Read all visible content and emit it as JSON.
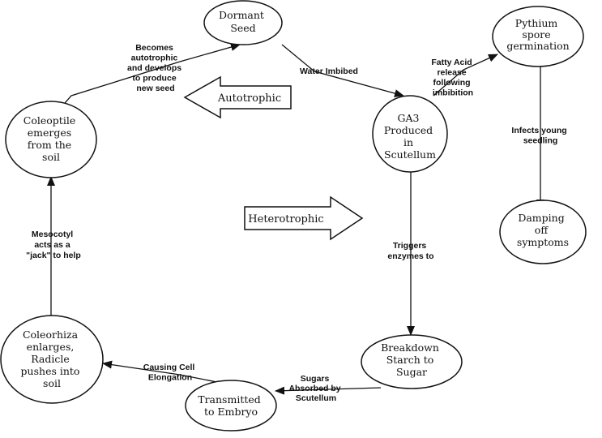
{
  "nodes": {
    "dormant_seed": [
      "Dormant",
      "Seed"
    ],
    "pythium": [
      "Pythium",
      "spore",
      "germination"
    ],
    "ga3": [
      "GA3",
      "Produced",
      "in",
      "Scutellum"
    ],
    "coleoptile": [
      "Coleoptile",
      "emerges",
      "from the",
      "soil"
    ],
    "damping": [
      "Damping",
      "off",
      "symptoms"
    ],
    "coleorhiza": [
      "Coleorhiza",
      "enlarges,",
      "Radicle",
      "pushes into",
      "soil"
    ],
    "breakdown": [
      "Breakdown",
      "Starch to",
      "Sugar"
    ],
    "embryo": [
      "Transmitted",
      "to Embryo"
    ]
  },
  "edge_labels": {
    "becomes_autotrophic": [
      "Becomes",
      "autotrophic",
      "and develops",
      "to produce",
      "new seed"
    ],
    "water_imbibed": [
      "Water Imbibed"
    ],
    "fatty_acid": [
      "Fatty Acid",
      "release",
      "following",
      "imbibition"
    ],
    "infects": [
      "Infects young",
      "seedling"
    ],
    "triggers": [
      "Triggers",
      "enzymes to"
    ],
    "mesocotyl": [
      "Mesocotyl",
      "acts as a",
      "\"jack\" to help"
    ],
    "causing": [
      "Causing Cell",
      "Elongation"
    ],
    "sugars": [
      "Sugars",
      "Absorbed by",
      "Scutellum"
    ]
  },
  "block_arrows": {
    "autotrophic": "Autotrophic",
    "heterotrophic": "Heterotrophic"
  }
}
